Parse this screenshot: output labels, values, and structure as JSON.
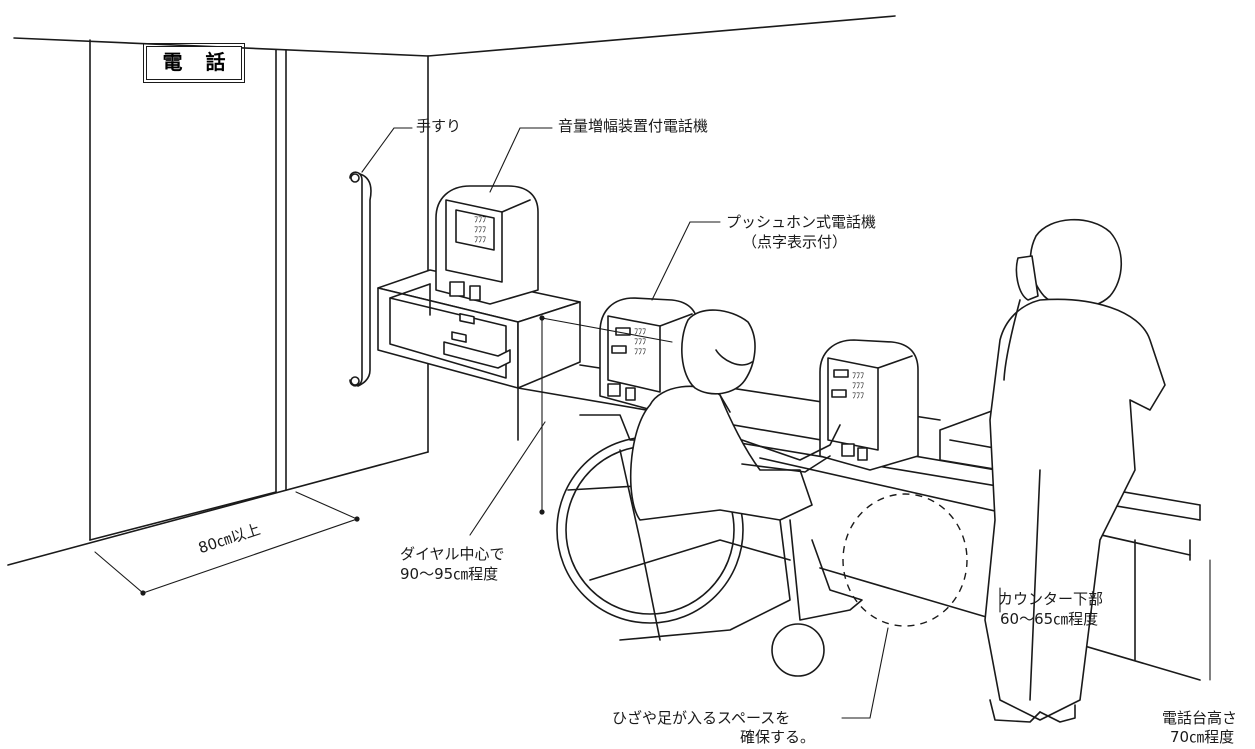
{
  "sign": {
    "text": "電 話"
  },
  "labels": {
    "handrail": "手すり",
    "amplified_phone": "音量増幅装置付電話機",
    "push_phone": "プッシュホン式電話機",
    "push_phone_sub": "（点字表示付）",
    "width": "80㎝以上",
    "dial_center_1": "ダイヤル中心で",
    "dial_center_2": "90～95㎝程度",
    "counter_under_1": "カウンター下部",
    "counter_under_2": "60～65㎝程度",
    "knee_space_1": "ひざや足が入るスペースを",
    "knee_space_2": "確保する。",
    "table_height_1": "電話台高さ",
    "table_height_2": "70㎝程度"
  }
}
